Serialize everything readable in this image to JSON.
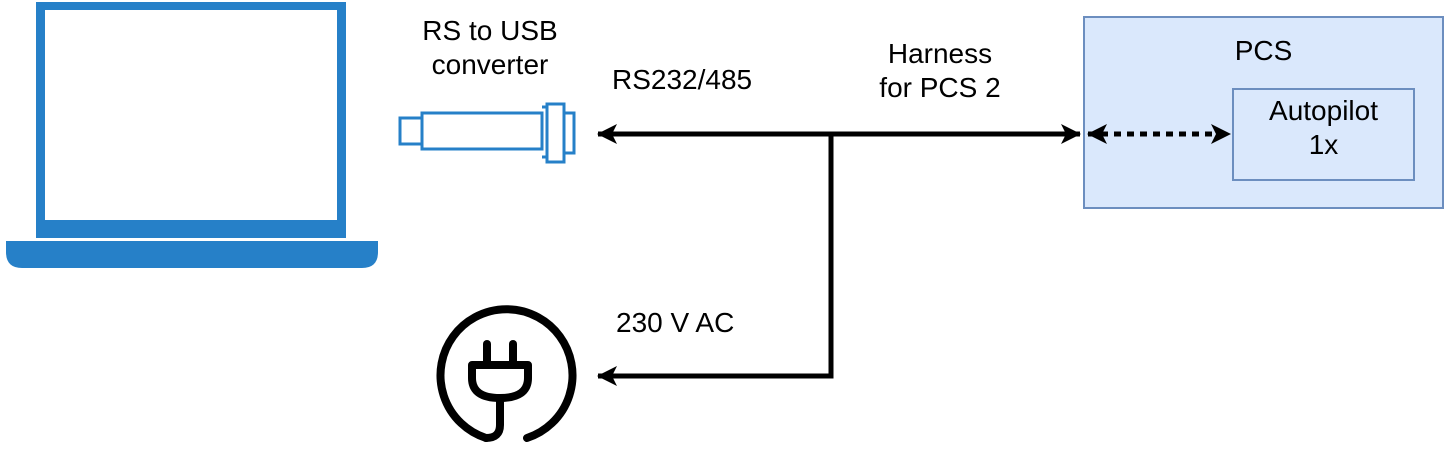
{
  "diagram": {
    "nodes": {
      "laptop": {
        "icon": "laptop-icon",
        "color": "#2680c8"
      },
      "converter": {
        "label_line1": "RS to USB",
        "label_line2": "converter",
        "icon": "usb-connector-icon",
        "color": "#2680c8"
      },
      "power": {
        "icon": "power-plug-icon"
      },
      "pcs": {
        "label": "PCS",
        "fill": "#dae8fc",
        "stroke": "#6c8ebf"
      },
      "autopilot": {
        "label_line1": "Autopilot",
        "label_line2": "1x"
      }
    },
    "edges": {
      "rs_link": {
        "label": "RS232/485"
      },
      "harness": {
        "label_line1": "Harness",
        "label_line2": "for PCS 2"
      },
      "power_link": {
        "label": "230 V AC"
      },
      "internal_link": {
        "style": "dotted",
        "direction": "bidirectional"
      }
    }
  }
}
